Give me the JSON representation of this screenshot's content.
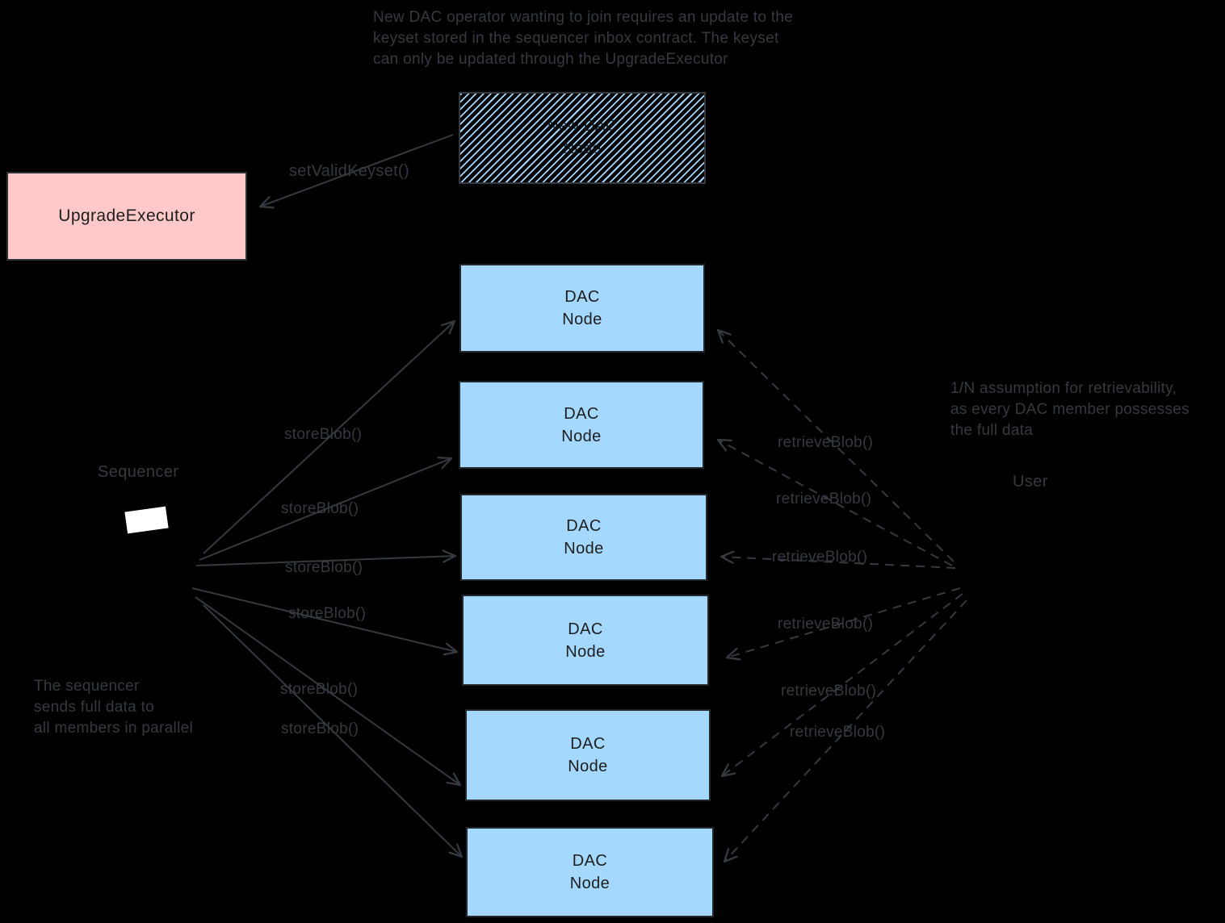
{
  "annotations": {
    "top": "New DAC operator wanting to join requires an update to the\nkeyset stored in the sequencer inbox contract. The keyset\ncan only be updated through the UpgradeExecutor",
    "right": "1/N assumption for retrievability,\nas every DAC member possesses\nthe full data",
    "bottom_left": "The sequencer\nsends full data to\nall members in parallel"
  },
  "boxes": {
    "new_dac_node": {
      "label": "New DAC\nNode"
    },
    "upgrade_executor": {
      "label": "UpgradeExecutor"
    },
    "dac_nodes": [
      {
        "label": "DAC\nNode"
      },
      {
        "label": "DAC\nNode"
      },
      {
        "label": "DAC\nNode"
      },
      {
        "label": "DAC\nNode"
      },
      {
        "label": "DAC\nNode"
      },
      {
        "label": "DAC\nNode"
      }
    ]
  },
  "actors": {
    "sequencer": "Sequencer",
    "user": "User"
  },
  "calls": {
    "set_valid_keyset": "setValidKeyset()",
    "store_blob": "storeBlob()",
    "retrieve_blob": "retrieveBlob()"
  },
  "colors": {
    "background": "#000000",
    "dac_node_fill": "#a5d8ff",
    "upgrade_executor_fill": "#ffc9c9",
    "hatch_stripe": "#a5d8ff",
    "stroke": "#343a40",
    "box_text": "#1e1e1e",
    "sequencer_screen": "#ffffff"
  }
}
